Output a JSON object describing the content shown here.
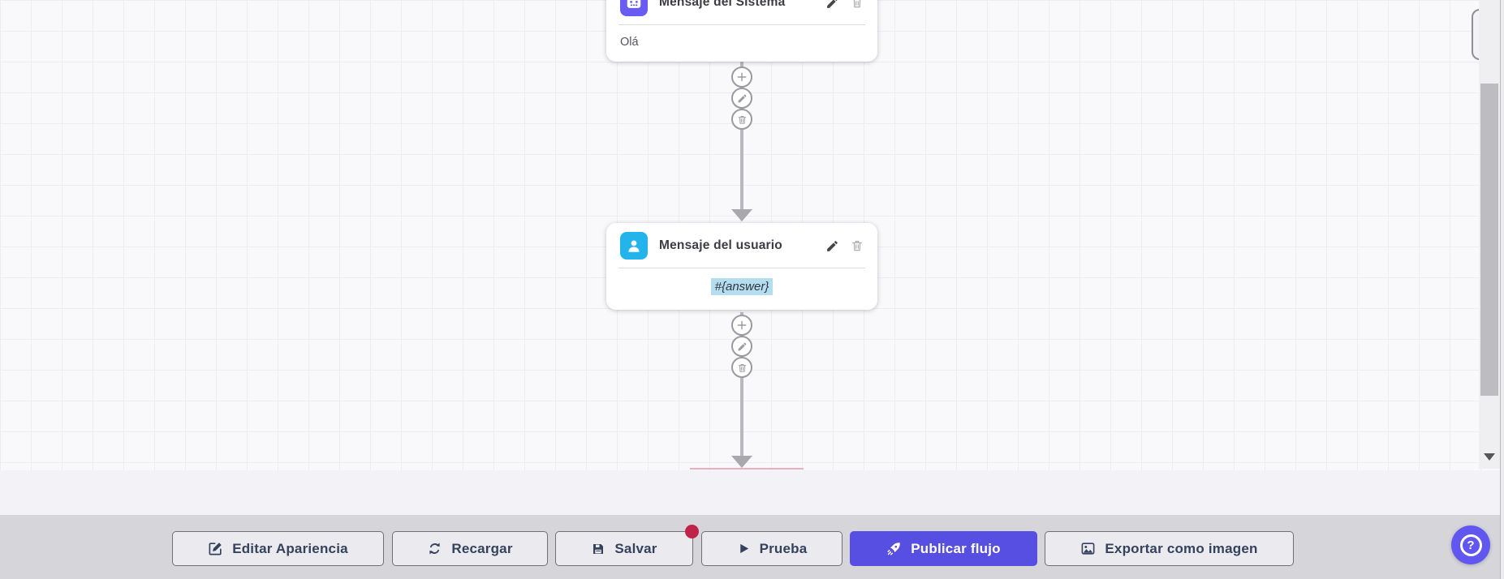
{
  "canvas": {
    "nodes": [
      {
        "title": "Mensaje del Sistema",
        "body": "Olá",
        "icon": "robot-icon",
        "icon_bg": "#6a5cf2"
      },
      {
        "title": "Mensaje del usuario",
        "body": "#{answer}",
        "icon": "user-icon",
        "icon_bg": "#24b4ec"
      }
    ],
    "node_actions": [
      "edit",
      "delete"
    ],
    "connector_actions": [
      "add",
      "edit",
      "delete"
    ]
  },
  "toolbar": {
    "buttons": [
      {
        "label": "Editar Apariencia",
        "icon": "edit-square-icon"
      },
      {
        "label": "Recargar",
        "icon": "refresh-icon"
      },
      {
        "label": "Salvar",
        "icon": "save-icon",
        "has_badge": true
      },
      {
        "label": "Prueba",
        "icon": "play-icon"
      },
      {
        "label": "Publicar flujo",
        "icon": "rocket-icon",
        "variant": "primary"
      },
      {
        "label": "Exportar como imagen",
        "icon": "image-icon"
      }
    ]
  },
  "help": {
    "label": "?"
  },
  "colors": {
    "primary": "#574ee2",
    "system_icon_bg": "#6a5cf2",
    "user_icon_bg": "#24b4ec",
    "badge_red": "#c0224a",
    "highlight_blue": "#b4ddef",
    "toolbar_bg": "#d6d5da",
    "canvas_bg": "#f9f9fb",
    "grid_line": "#ececf2"
  }
}
